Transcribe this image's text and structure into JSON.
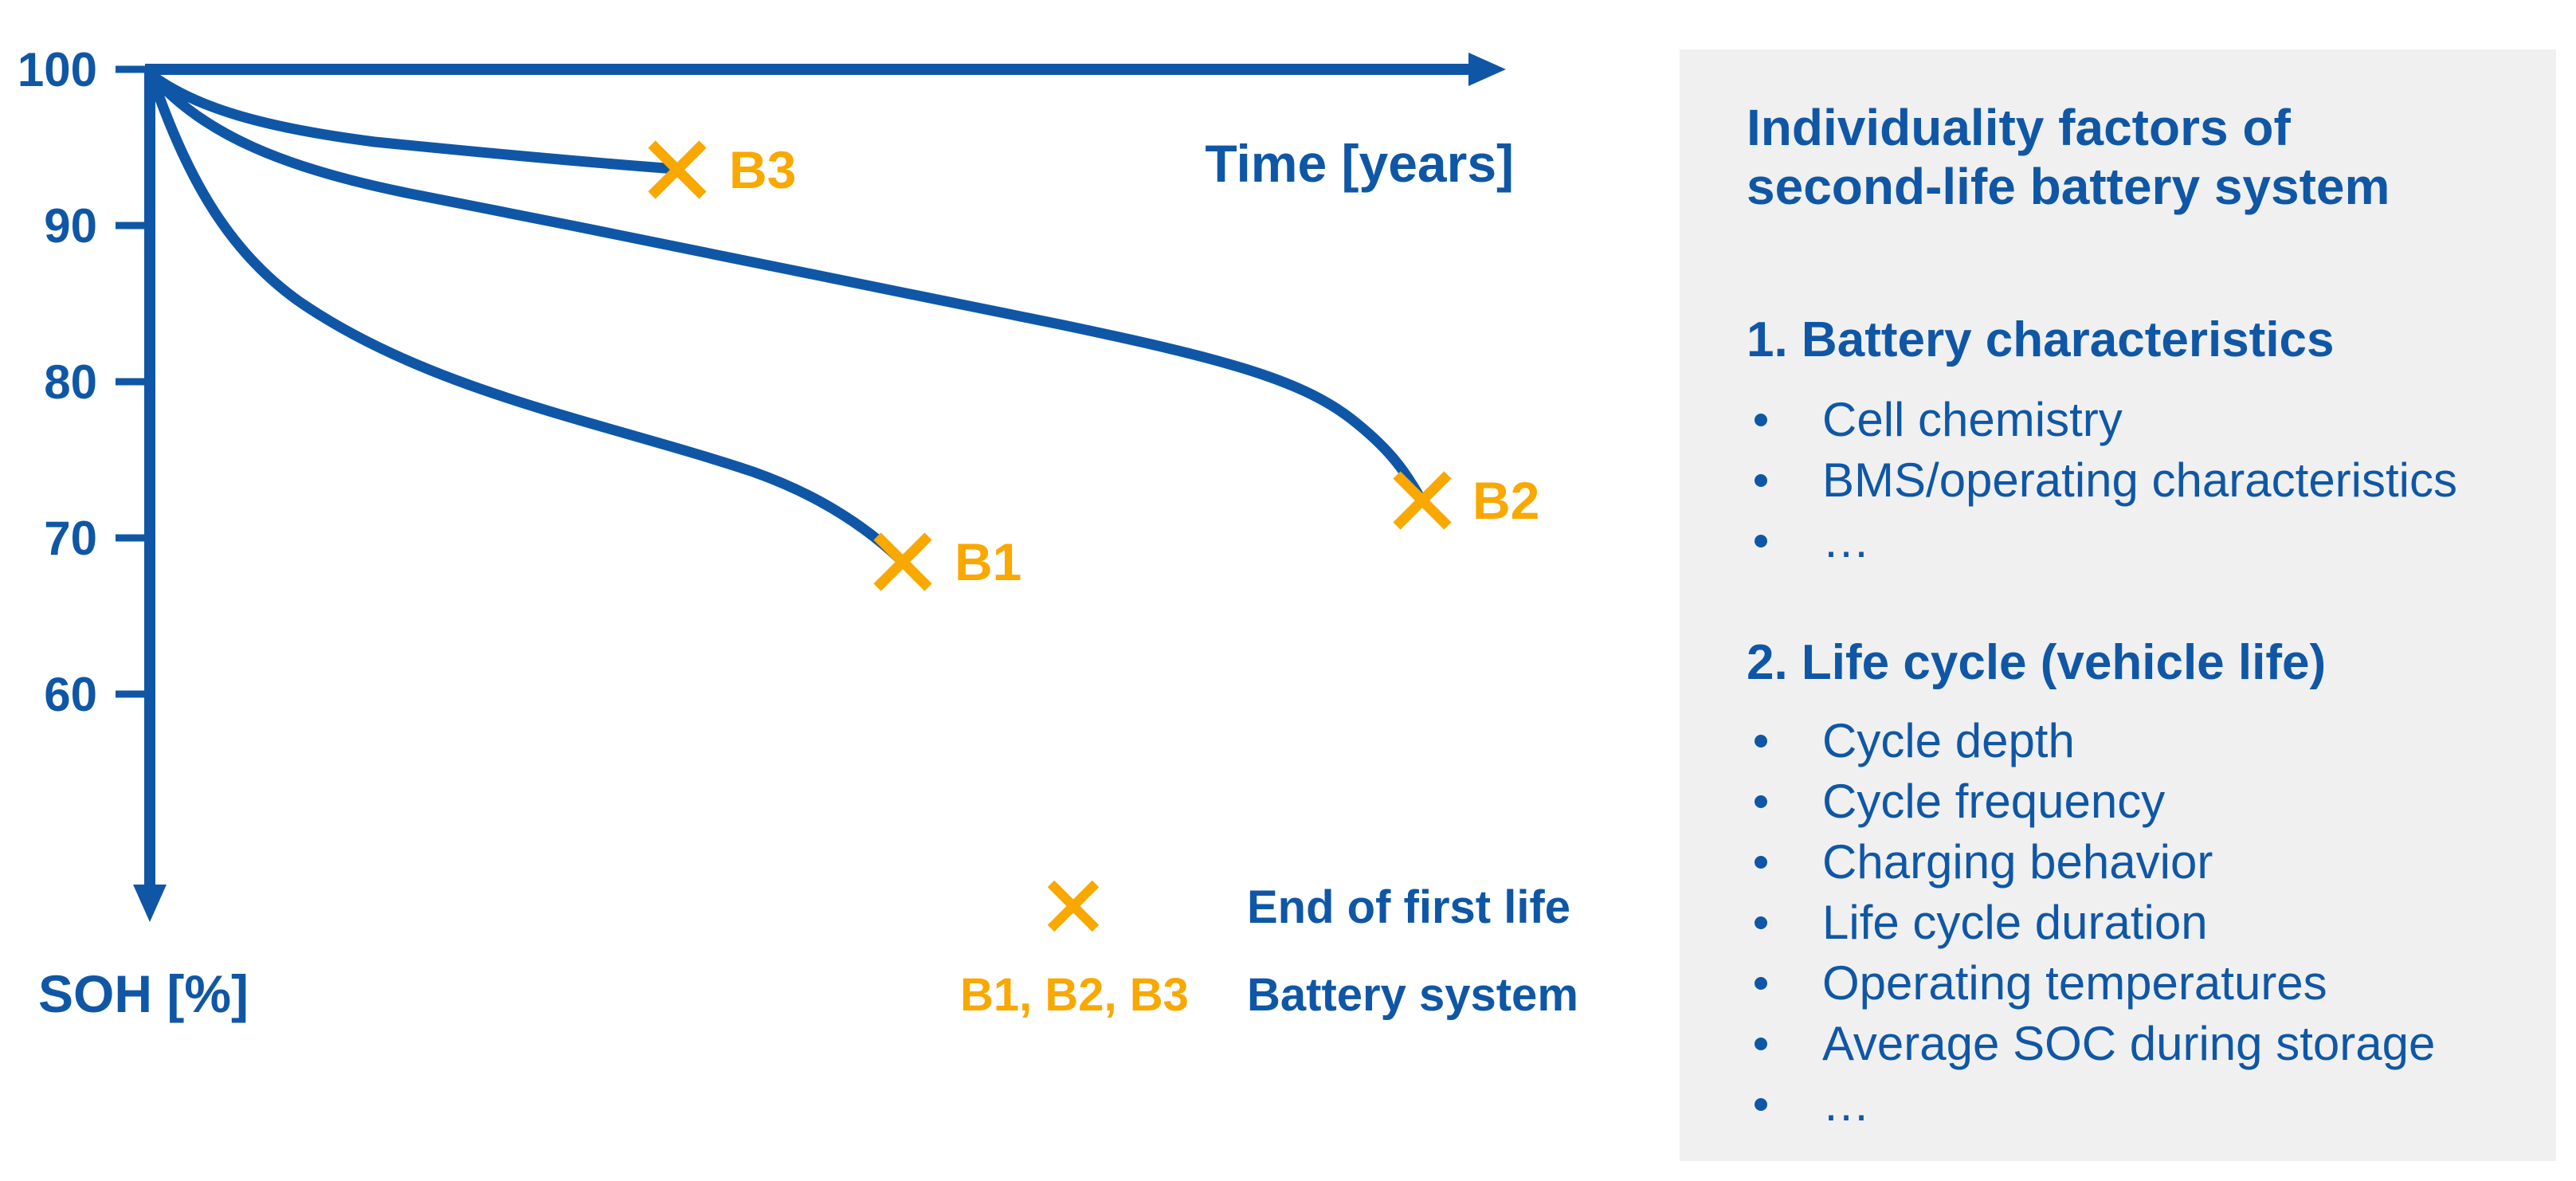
{
  "colors": {
    "accent_blue": "#0F57A6",
    "accent_orange": "#F9A800",
    "panel_bg": "#F0F0F0"
  },
  "chart_data": {
    "type": "line",
    "title": "",
    "xlabel": "Time [years]",
    "ylabel": "SOH [%]",
    "ylim": [
      55,
      100
    ],
    "y_ticks": [
      100,
      90,
      80,
      70,
      60
    ],
    "x_axis_numeric_labels": false,
    "grid": false,
    "legend_position": "bottom-right",
    "marker_symbol": "x",
    "marker_meaning": "End of first life",
    "series": [
      {
        "name": "B1",
        "x_rel": [
          0,
          0.07,
          0.2,
          0.35,
          0.45,
          0.555
        ],
        "soh": [
          100,
          87,
          82.5,
          78,
          74,
          69
        ],
        "end_of_first_life": {
          "x_rel": 0.555,
          "soh": 69
        }
      },
      {
        "name": "B2",
        "x_rel": [
          0,
          0.2,
          0.54,
          0.74,
          0.88,
          0.94
        ],
        "soh": [
          100,
          92,
          86,
          82.5,
          77.5,
          72.5
        ],
        "end_of_first_life": {
          "x_rel": 0.94,
          "soh": 72.5
        }
      },
      {
        "name": "B3",
        "x_rel": [
          0,
          0.1,
          0.22,
          0.39
        ],
        "soh": [
          100,
          95.8,
          95,
          93.5
        ],
        "end_of_first_life": {
          "x_rel": 0.39,
          "soh": 93.5
        }
      }
    ]
  },
  "legend": {
    "end_marker_label": "End of first life",
    "series_names": "B1, B2, B3",
    "series_label": "Battery system"
  },
  "panel": {
    "title_line1": "Individuality factors of",
    "title_line2": "second-life battery system",
    "sections": [
      {
        "heading": "1. Battery characteristics",
        "items": [
          "Cell chemistry",
          "BMS/operating characteristics",
          "…"
        ]
      },
      {
        "heading": "2. Life cycle (vehicle life)",
        "items": [
          "Cycle depth",
          "Cycle frequency",
          "Charging behavior",
          "Life cycle duration",
          "Operating temperatures",
          "Average SOC during storage",
          "…"
        ]
      }
    ]
  }
}
